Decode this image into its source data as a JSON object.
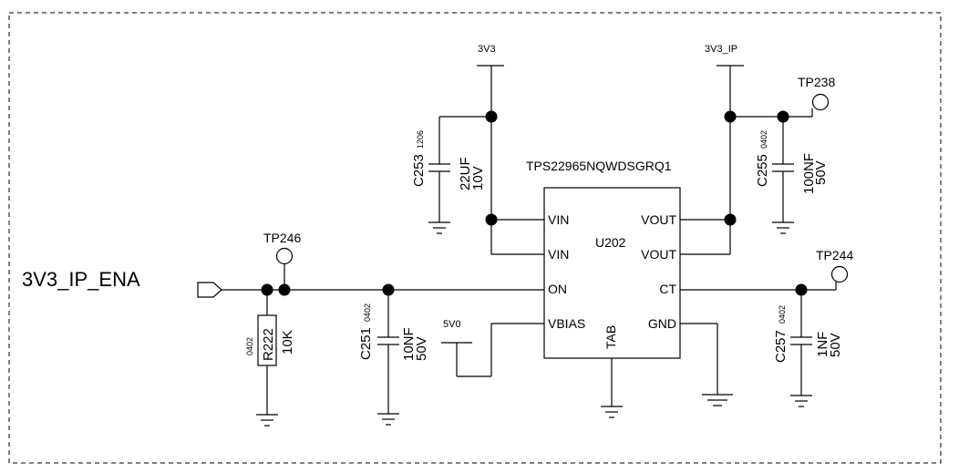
{
  "net_label_left": "3V3_IP_ENA",
  "power": {
    "in": "3V3",
    "out": "3V3_IP",
    "bias": "5V0"
  },
  "ic": {
    "part_number": "TPS22965NQWDSGRQ1",
    "refdes": "U202",
    "pins_left": [
      "VIN",
      "VIN",
      "ON",
      "VBIAS"
    ],
    "pins_right": [
      "VOUT",
      "VOUT",
      "CT",
      "GND"
    ],
    "pin_bottom": "TAB"
  },
  "capacitors": [
    {
      "ref": "C253",
      "package": "1206",
      "value": "22UF",
      "rating": "10V"
    },
    {
      "ref": "C255",
      "package": "0402",
      "value": "100NF",
      "rating": "50V"
    },
    {
      "ref": "C251",
      "package": "0402",
      "value": "10NF",
      "rating": "50V"
    },
    {
      "ref": "C257",
      "package": "0402",
      "value": "1NF",
      "rating": "50V"
    }
  ],
  "resistor": {
    "ref": "R222",
    "package": "0402",
    "value": "10K"
  },
  "test_points": [
    "TP238",
    "TP246",
    "TP244"
  ]
}
